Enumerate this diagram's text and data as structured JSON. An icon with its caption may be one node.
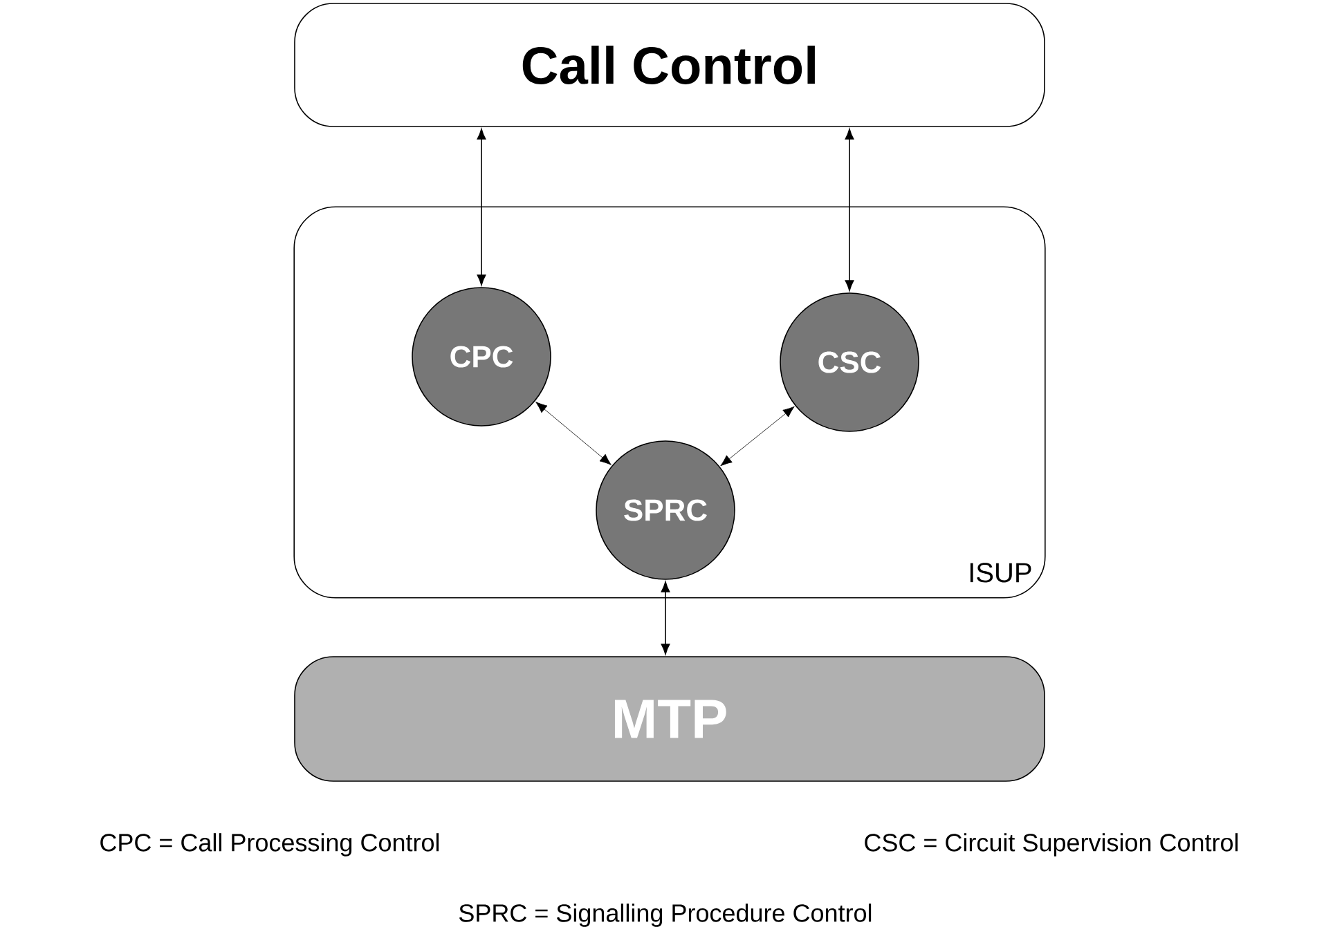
{
  "diagram": {
    "nodes": [
      {
        "text": [
          "Call Control"
        ]
      },
      {
        "text": [
          "ISUP"
        ]
      },
      {
        "text": [
          "CPC"
        ],
        "in": 1
      },
      {
        "text": [
          "CSC"
        ],
        "in": 1
      },
      {
        "text": [
          "SPRC"
        ],
        "in": 1
      },
      {
        "text": [
          "MTP"
        ]
      }
    ],
    "edges": [
      {
        "from": 0,
        "to": 2,
        "arrow": "both"
      },
      {
        "from": 0,
        "to": 3,
        "arrow": "both"
      },
      {
        "from": 2,
        "to": 4,
        "arrow": "both"
      },
      {
        "from": 3,
        "to": 4,
        "arrow": "both"
      },
      {
        "from": 4,
        "to": 5,
        "arrow": "both"
      }
    ],
    "labels": [
      "CPC = Call Processing Control",
      "CSC = Circuit Supervision Control",
      "SPRC = Signalling Procedure Control"
    ]
  }
}
